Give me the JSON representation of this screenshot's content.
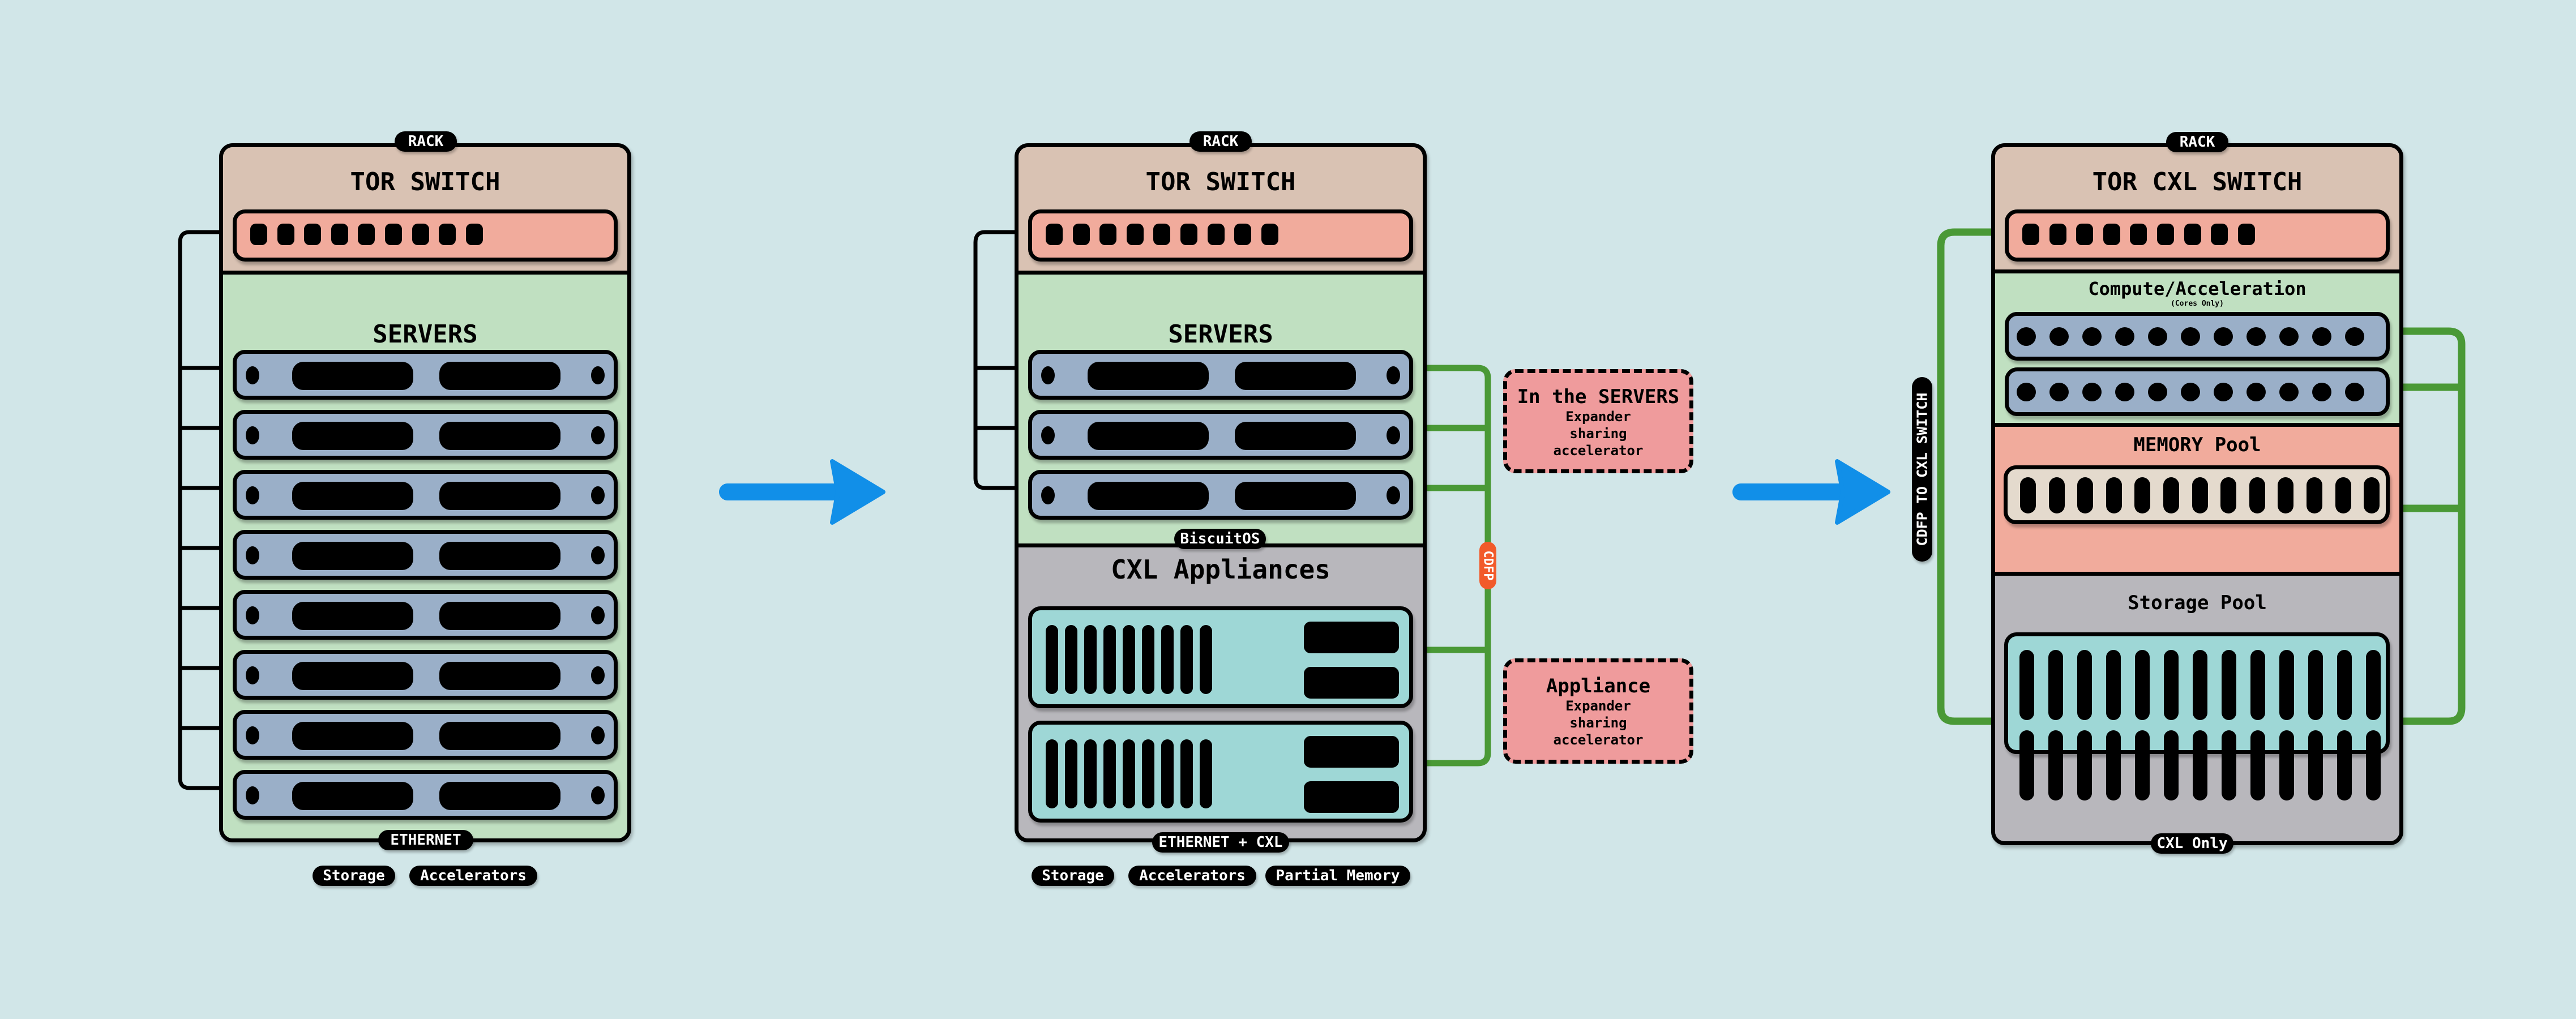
{
  "colors": {
    "background": "#d1e6e8",
    "switch_section": "#d9c2b3",
    "switch_unit": "#f1ab9c",
    "servers_section": "#c0e0c1",
    "server_unit": "#9aafc8",
    "appliance_section": "#b8b7bc",
    "appliance_unit": "#9ed7d6",
    "memory_section": "#f1ab9c",
    "memory_unit": "#e4dacd",
    "cxl_link": "#4a9936",
    "ethernet_link": "#000000",
    "arrow": "#118fe8",
    "cdfp_badge": "#f25a2a",
    "callout": "#ef9b9c"
  },
  "stage1": {
    "rack_label": "RACK",
    "switch_title": "TOR SWITCH",
    "switch_ports": 9,
    "servers_title": "SERVERS",
    "server_count": 8,
    "bottom_label": "ETHERNET",
    "tags": [
      "Storage",
      "Accelerators"
    ]
  },
  "stage2": {
    "rack_label": "RACK",
    "switch_title": "TOR SWITCH",
    "switch_ports": 9,
    "servers_title": "SERVERS",
    "server_count": 3,
    "divider_label": "BiscuitOS",
    "appliances_title": "CXL Appliances",
    "appliance_count": 2,
    "appliance_slots": 9,
    "bottom_label": "ETHERNET + CXL",
    "tags": [
      "Storage",
      "Accelerators",
      "Partial Memory"
    ],
    "cdfp_label": "CDFP",
    "callouts": [
      {
        "title": "In the SERVERS",
        "lines": [
          "Expander",
          "sharing",
          "accelerator"
        ]
      },
      {
        "title": "Appliance",
        "lines": [
          "Expander",
          "sharing",
          "accelerator"
        ]
      }
    ]
  },
  "stage3": {
    "rack_label": "RACK",
    "switch_title": "TOR CXL SWITCH",
    "switch_ports": 9,
    "compute_title": "Compute/Acceleration",
    "compute_subtitle": "(Cores Only)",
    "compute_units": 2,
    "cores_per_unit": 11,
    "memory_title": "MEMORY Pool",
    "memory_slots": 13,
    "storage_title": "Storage Pool",
    "storage_slots_per_row": 13,
    "storage_rows": 2,
    "bottom_label": "CXL Only",
    "side_label": "CDFP TO CXL SWITCH"
  },
  "arrows": [
    {
      "name": "transition-arrow-1"
    },
    {
      "name": "transition-arrow-2"
    }
  ]
}
